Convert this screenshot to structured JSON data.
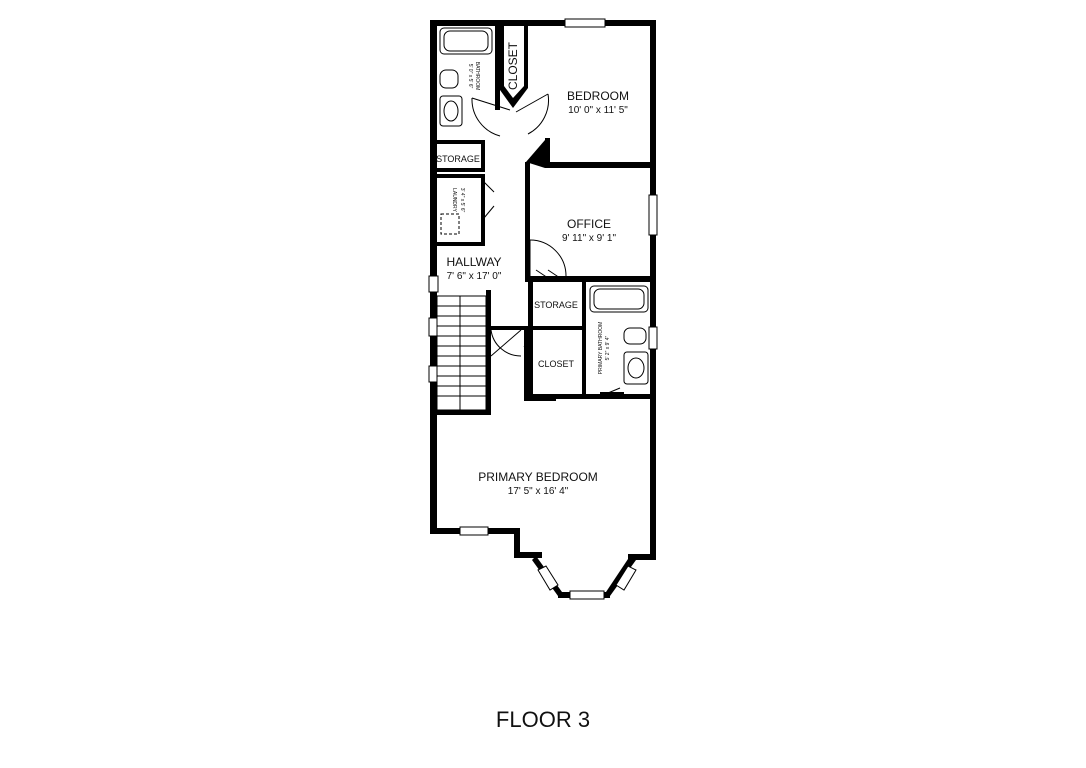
{
  "floor_label": "FLOOR 3",
  "rooms": {
    "bedroom": {
      "name": "BEDROOM",
      "dims": "10' 0\" x 11' 5\""
    },
    "closet_top": {
      "name": "CLOSET"
    },
    "bathroom": {
      "name": "BATHROOM",
      "dims": "5' 0\" x 5' 6\""
    },
    "storage_top": {
      "name": "STORAGE"
    },
    "laundry": {
      "name": "LAUNDRY",
      "dims": "3' 4\" x 5' 6\""
    },
    "office": {
      "name": "OFFICE",
      "dims": "9' 11\" x 9' 1\""
    },
    "hallway": {
      "name": "HALLWAY",
      "dims": "7' 6\" x 17' 0\""
    },
    "storage_mid": {
      "name": "STORAGE"
    },
    "closet_mid": {
      "name": "CLOSET"
    },
    "primary_bathroom": {
      "name": "PRIMARY BATHROOM",
      "dims": "5' 2\" x 9' 4\""
    },
    "primary_bedroom": {
      "name": "PRIMARY BEDROOM",
      "dims": "17' 5\" x 16' 4\""
    }
  },
  "colors": {
    "wall": "#000000",
    "background": "#ffffff"
  }
}
